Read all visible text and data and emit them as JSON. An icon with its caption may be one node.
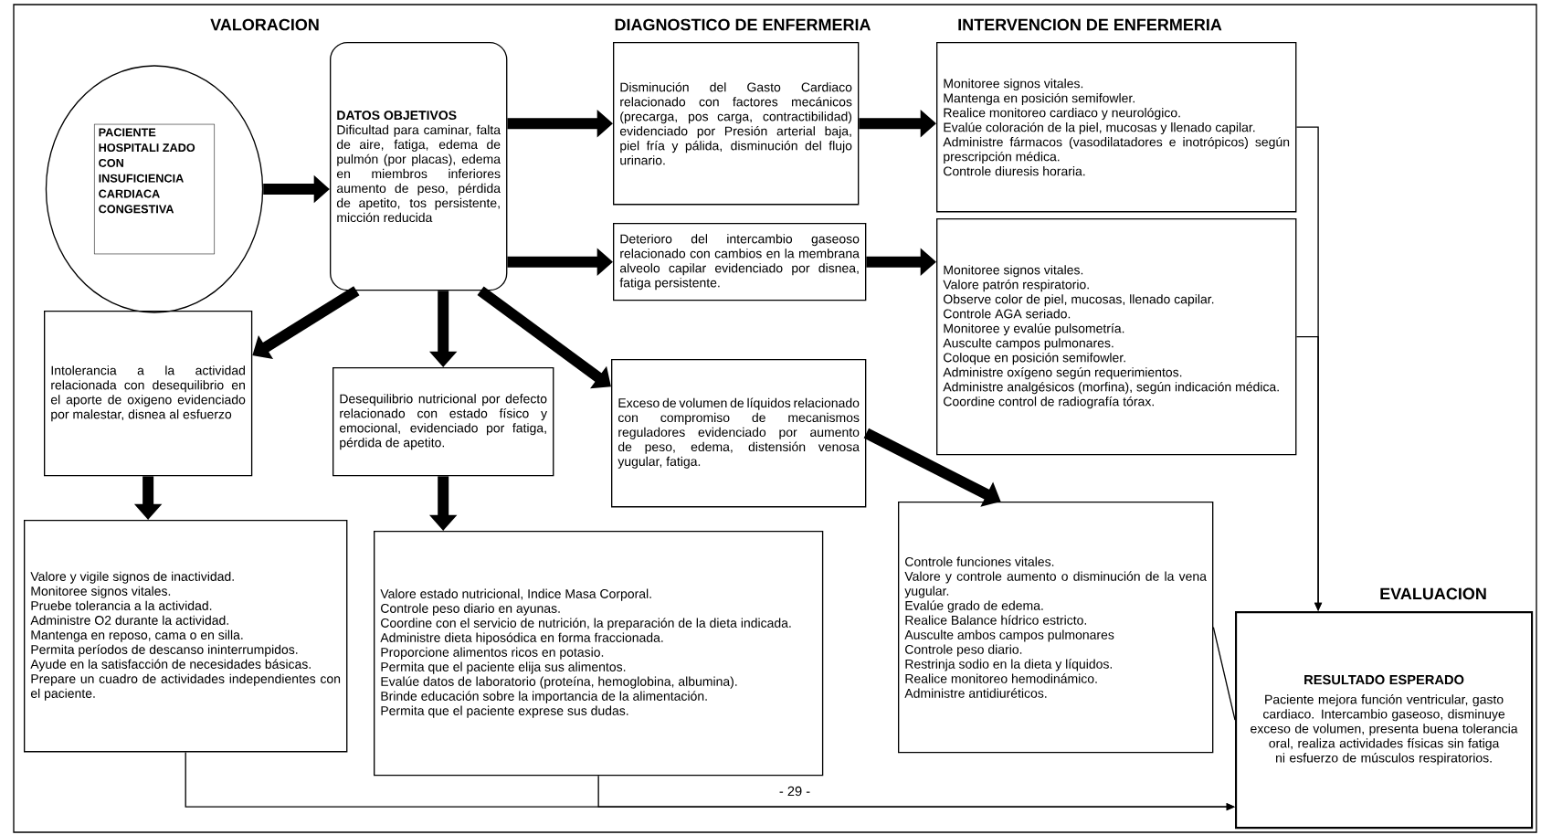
{
  "diagram": {
    "nodes": [
      {
        "text": [
          "PACIENTE HOSPITALI ZADO CON INSUFICIENCIA CARDIACA CONGESTIVA"
        ]
      },
      {
        "text": [
          "DATOS OBJETIVOS",
          "Dificultad para caminar, falta de aire, fatiga, edema de pulmón (por placas), edema en miembros inferiores aumento de peso, pérdida de apetito, tos persistente, micción reducida"
        ]
      },
      {
        "text": [
          "Disminución del Gasto Cardiaco relacionado con factores mecánicos (precarga, pos carga, contractibilidad) evidenciado por Presión arterial baja, piel fría y pálida, disminución del flujo urinario."
        ]
      },
      {
        "text": [
          "Monitoree signos vitales.",
          "Mantenga en posición semifowler.",
          "Realice monitoreo cardiaco y neurológico.",
          "Evalúe coloración de la piel, mucosas y llenado capilar.",
          "Administre fármacos (vasodilatadores e inotrópicos) según prescripción médica.",
          "Controle diuresis horaria."
        ]
      },
      {
        "text": [
          "Deterioro del intercambio gaseoso relacionado con cambios en la membrana alveolo capilar evidenciado por disnea, fatiga persistente."
        ]
      },
      {
        "text": [
          "Monitoree signos vitales.",
          "Valore patrón respiratorio.",
          "Observe color de piel, mucosas, llenado capilar.",
          "Controle AGA seriado.",
          "Monitoree y evalúe pulsometría.",
          "Ausculte campos pulmonares.",
          "Coloque en posición semifowler.",
          "Administre oxígeno según requerimientos.",
          "Administre analgésicos (morfina), según indicación médica.",
          "Coordine control de radiografía tórax."
        ]
      },
      {
        "text": [
          "Intolerancia a la actividad relacionada con desequilibrio en el aporte de oxigeno evidenciado por malestar, disnea al esfuerzo"
        ]
      },
      {
        "text": [
          "Desequilibrio nutricional por defecto relacionado con estado físico y emocional, evidenciado por fatiga, pérdida de apetito."
        ]
      },
      {
        "text": [
          "Exceso de volumen de líquidos relacionado con compromiso de mecanismos reguladores evidenciado por aumento de peso, edema, distensión venosa yugular, fatiga."
        ]
      },
      {
        "text": [
          "Valore y vigile signos de inactividad.",
          "Monitoree signos vitales.",
          "Pruebe tolerancia a la actividad.",
          "Administre O2 durante la actividad.",
          "Mantenga en reposo, cama o en silla.",
          "Permita períodos de descanso ininterrumpidos.",
          "Ayude en la satisfacción de necesidades básicas.",
          "Prepare un cuadro de actividades independientes con el paciente."
        ]
      },
      {
        "text": [
          "Valore estado nutricional, Indice Masa Corporal.",
          "Controle peso diario en ayunas.",
          "Coordine con el servicio de nutrición, la preparación de la dieta indicada.",
          "Administre dieta hiposódica en forma fraccionada.",
          "Proporcione alimentos ricos en potasio.",
          "Permita que el paciente elija sus alimentos.",
          "Evalúe datos de laboratorio (proteína, hemoglobina, albumina).",
          "Brinde educación sobre la importancia de la alimentación.",
          "Permita que el paciente exprese sus dudas."
        ]
      },
      {
        "text": [
          "Controle funciones vitales.",
          "Valore y controle aumento o disminución de la vena yugular.",
          "Evalúe grado de edema.",
          "Realice Balance hídrico estricto.",
          "Ausculte ambos campos pulmonares",
          "Controle peso diario.",
          "Restrinja sodio en la dieta y líquidos.",
          "Realice monitoreo hemodinámico.",
          "Administre antidiuréticos."
        ]
      },
      {
        "text": [
          "EVALUACION",
          "RESULTADO ESPERADO",
          "Paciente mejora función ventricular, gasto cardiaco. Intercambio gaseoso, disminuye exceso de volumen, presenta buena tolerancia oral, realiza actividades físicas sin fatiga ni esfuerzo de músculos respiratorios."
        ]
      }
    ],
    "edges": [
      {
        "from": 0,
        "to": 1,
        "arrow": "to"
      },
      {
        "from": 1,
        "to": 2,
        "arrow": "to"
      },
      {
        "from": 2,
        "to": 3,
        "arrow": "to"
      },
      {
        "from": 1,
        "to": 4,
        "arrow": "to"
      },
      {
        "from": 4,
        "to": 5,
        "arrow": "to"
      },
      {
        "from": 1,
        "to": 6,
        "arrow": "to"
      },
      {
        "from": 1,
        "to": 7,
        "arrow": "to"
      },
      {
        "from": 1,
        "to": 8,
        "arrow": "to"
      },
      {
        "from": 6,
        "to": 9,
        "arrow": "to"
      },
      {
        "from": 7,
        "to": 10,
        "arrow": "to"
      },
      {
        "from": 8,
        "to": 11,
        "arrow": "to"
      },
      {
        "from": 3,
        "to": 12,
        "arrow": "to"
      },
      {
        "from": 5,
        "to": 12,
        "arrow": "to"
      },
      {
        "from": 11,
        "to": 12,
        "arrow": "none"
      },
      {
        "from": 9,
        "to": 12,
        "arrow": "to"
      },
      {
        "from": 10,
        "to": 12,
        "arrow": "to"
      }
    ],
    "labels": [
      "VALORACION",
      "DIAGNOSTICO DE ENFERMERIA",
      "INTERVENCION DE ENFERMERIA",
      "- 29 -"
    ]
  }
}
